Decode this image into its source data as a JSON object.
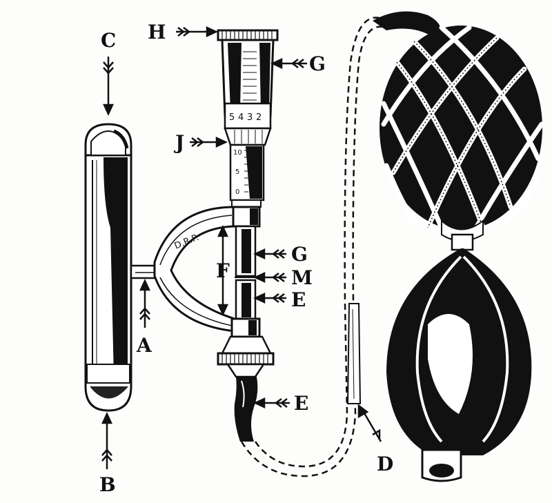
{
  "labels": {
    "A": "A",
    "B": "B",
    "C": "C",
    "D": "D",
    "E1": "E",
    "E2": "E",
    "F": "F",
    "G1": "G",
    "G2": "G",
    "H": "H",
    "J": "J",
    "M": "M"
  },
  "collar_text": "D.R.P.",
  "scale_upper": [
    "5",
    "4",
    "3",
    "2"
  ],
  "scale_lower": [
    "10",
    "5",
    "0"
  ],
  "colors": {
    "ink": "#111111",
    "paper": "#fdfdfb"
  }
}
